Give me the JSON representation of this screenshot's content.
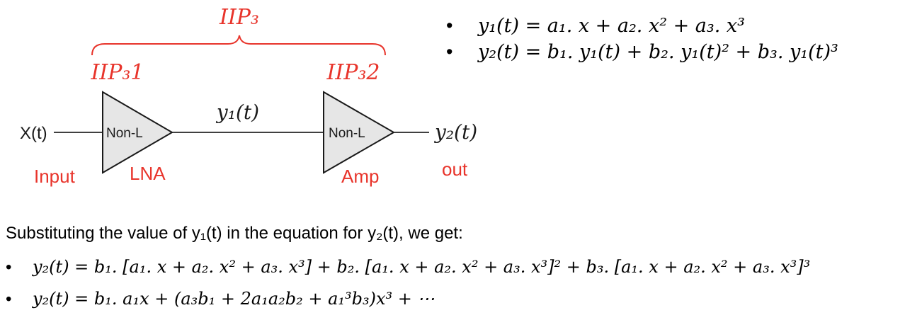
{
  "diagram": {
    "iip3_total": "IIP₃",
    "iip3_1": "IIP₃1",
    "iip3_2": "IIP₃2",
    "signal_between": "y₁(t)",
    "stage1_label": "Non-L",
    "stage2_label": "Non-L",
    "input_signal": "X(t)",
    "output_signal": "y₂(t)",
    "input_caption": "Input",
    "stage1_caption": "LNA",
    "stage2_caption": "Amp",
    "output_caption": "out",
    "accent_color": "#e8342b",
    "block_fill": "#e6e6e6"
  },
  "equations_top": [
    "y₁(t) = a₁. x + a₂. x² + a₃. x³",
    "y₂(t) = b₁. y₁(t) + b₂. y₁(t)² + b₃. y₁(t)³"
  ],
  "substitution_text": "Substituting the value of y₁(t) in the equation for y₂(t), we get:",
  "equations_bottom": [
    "y₂(t) = b₁. [a₁. x + a₂. x² + a₃. x³] + b₂. [a₁. x + a₂. x² + a₃. x³]² + b₃. [a₁. x + a₂. x² + a₃. x³]³",
    "y₂(t) = b₁. a₁x + (a₃b₁ + 2a₁a₂b₂ + a₁³b₃)x³ + ⋯"
  ]
}
